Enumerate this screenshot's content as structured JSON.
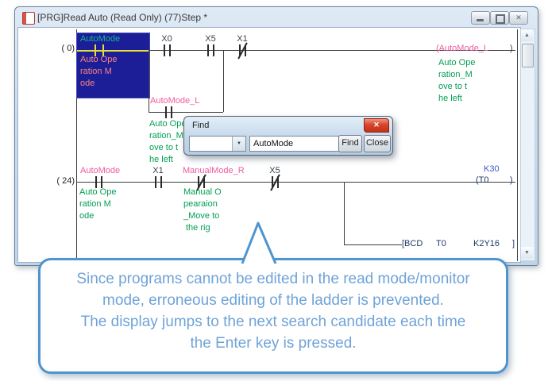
{
  "window": {
    "title": "[PRG]Read Auto (Read Only) (77)Step *",
    "icons": {
      "close_glyph": "✕"
    }
  },
  "scrollbar": {
    "up_glyph": "▲",
    "down_glyph": "▼"
  },
  "find_dialog": {
    "title": "Find",
    "close_glyph": "✕",
    "combo_value": "",
    "combo_arrow": "▼",
    "search_value": "AutoMode",
    "find_button": "Find",
    "close_button": "Close"
  },
  "ladder": {
    "rung1": {
      "step": "( 0)",
      "contact_automode": {
        "label": "AutoMode",
        "comment": [
          "Auto Ope",
          "ration M",
          "ode"
        ]
      },
      "contact_x0": "X0",
      "contact_x5": "X5",
      "contact_x1": "X1",
      "coil": {
        "text": "(AutoMode_L",
        "close": ")",
        "comment": [
          "Auto Ope",
          "ration_M",
          "ove to t",
          "he left"
        ]
      }
    },
    "branch1": {
      "label": "AutoMode_L",
      "comment": [
        "Auto Ope",
        "ration_M",
        "ove to t",
        "he left"
      ]
    },
    "rung2": {
      "step": "( 24)",
      "contact_automode": {
        "label": "AutoMode",
        "comment": [
          "Auto Ope",
          "ration M",
          "ode"
        ]
      },
      "contact_x1": "X1",
      "contact_manual": {
        "label": "ManualMode_R",
        "comment": [
          "Manual O",
          "pearaion",
          "_Move to",
          "the rig"
        ]
      },
      "contact_x5": "X5",
      "timer": {
        "constant": "K30",
        "coil": "(T0",
        "close": ")"
      },
      "bcd": {
        "instr": "[BCD",
        "operand1": "T0",
        "operand2": "K2Y16",
        "close": "]"
      }
    }
  },
  "callout": {
    "lines": [
      "Since programs cannot be edited in the read mode/monitor",
      "mode, erroneous editing of the ladder is prevented.",
      "The display jumps to the next search candidate each time",
      "the Enter key is pressed."
    ]
  },
  "colors": {
    "selection_bg": "#1b1e96",
    "selection_wire": "#e6dd3c",
    "label_pink": "#ef5ba1",
    "comment_green": "#009f53",
    "instruction_navy": "#1e3a64",
    "constant_blue": "#3a57c9",
    "callout_blue": "#6fa3d8",
    "dialog_close_red": "#c23318"
  }
}
